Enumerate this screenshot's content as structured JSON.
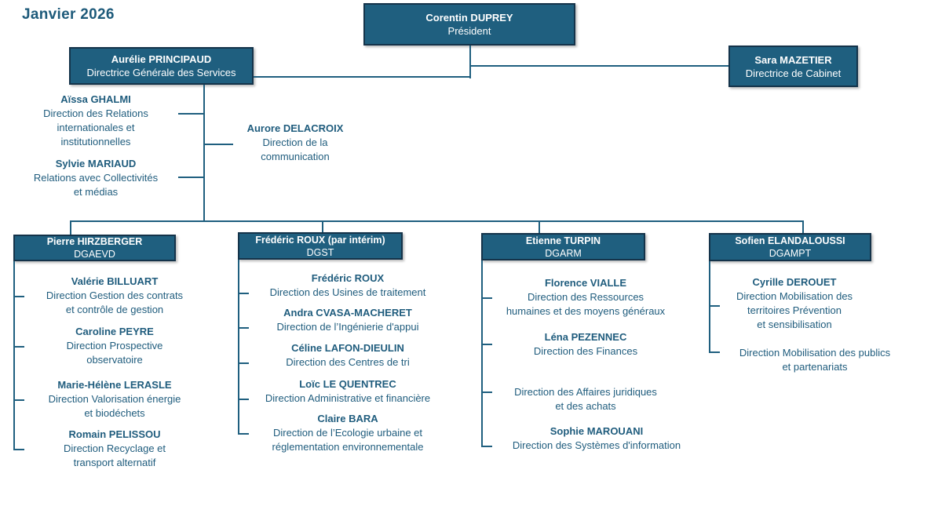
{
  "title": "Janvier 2026",
  "colors": {
    "accent_teal": "#1f5f7f",
    "box_border": "#14334a",
    "box_text": "#ffffff",
    "body_text": "#1f5c7d"
  },
  "top": {
    "president": {
      "name": "Corentin DUPREY",
      "role": "Président"
    },
    "dgs": {
      "name": "Aurélie PRINCIPAUD",
      "role": "Directrice Générale des Services"
    },
    "cabinet": {
      "name": "Sara MAZETIER",
      "role": "Directrice de Cabinet"
    }
  },
  "dgs_reports": [
    {
      "name": "Aïssa GHALMI",
      "direction": "Direction des Relations\ninternationales et\ninstitutionnelles"
    },
    {
      "name": "Sylvie MARIAUD",
      "direction": "Relations avec Collectivités\net médias"
    },
    {
      "name": "Aurore DELACROIX",
      "direction": "Direction de la\ncommunication"
    }
  ],
  "divisions": [
    {
      "head": "Pierre HIRZBERGER",
      "acronym": "DGAEVD",
      "reports": [
        {
          "name": "Valérie BILLUART",
          "direction": "Direction Gestion des contrats\net contrôle de gestion"
        },
        {
          "name": "Caroline PEYRE",
          "direction": "Direction Prospective\nobservatoire"
        },
        {
          "name": "Marie-Hélène LERASLE",
          "direction": "Direction Valorisation énergie\net biodéchets"
        },
        {
          "name": "Romain PELISSOU",
          "direction": "Direction Recyclage et\ntransport alternatif"
        }
      ]
    },
    {
      "head": "Frédéric ROUX (par intérim)",
      "acronym": "DGST",
      "reports": [
        {
          "name": "Frédéric ROUX",
          "direction": "Direction des Usines de traitement"
        },
        {
          "name": "Andra CVASA-MACHERET",
          "direction": "Direction de l’Ingénierie d'appui"
        },
        {
          "name": "Céline LAFON-DIEULIN",
          "direction": "Direction des Centres de tri"
        },
        {
          "name": "Loïc LE QUENTREC",
          "direction": "Direction Administrative et financière"
        },
        {
          "name": "Claire BARA",
          "direction": "Direction de l’Ecologie urbaine et\nréglementation environnementale"
        }
      ]
    },
    {
      "head": "Etienne TURPIN",
      "acronym": "DGARM",
      "reports": [
        {
          "name": "Florence VIALLE",
          "direction": "Direction des Ressources\nhumaines et des moyens généraux"
        },
        {
          "name": "Léna PEZENNEC",
          "direction": "Direction des Finances"
        },
        {
          "name": "",
          "direction": "Direction des Affaires juridiques\net des achats"
        },
        {
          "name": "Sophie MAROUANI",
          "direction": "Direction des Systèmes d'information"
        }
      ]
    },
    {
      "head": "Sofien ELANDALOUSSI",
      "acronym": "DGAMPT",
      "reports": [
        {
          "name": "Cyrille DEROUET",
          "direction": "Direction Mobilisation des\nterritoires Prévention\net sensibilisation"
        },
        {
          "name": "",
          "direction": "Direction Mobilisation des publics\net partenariats"
        }
      ]
    }
  ]
}
